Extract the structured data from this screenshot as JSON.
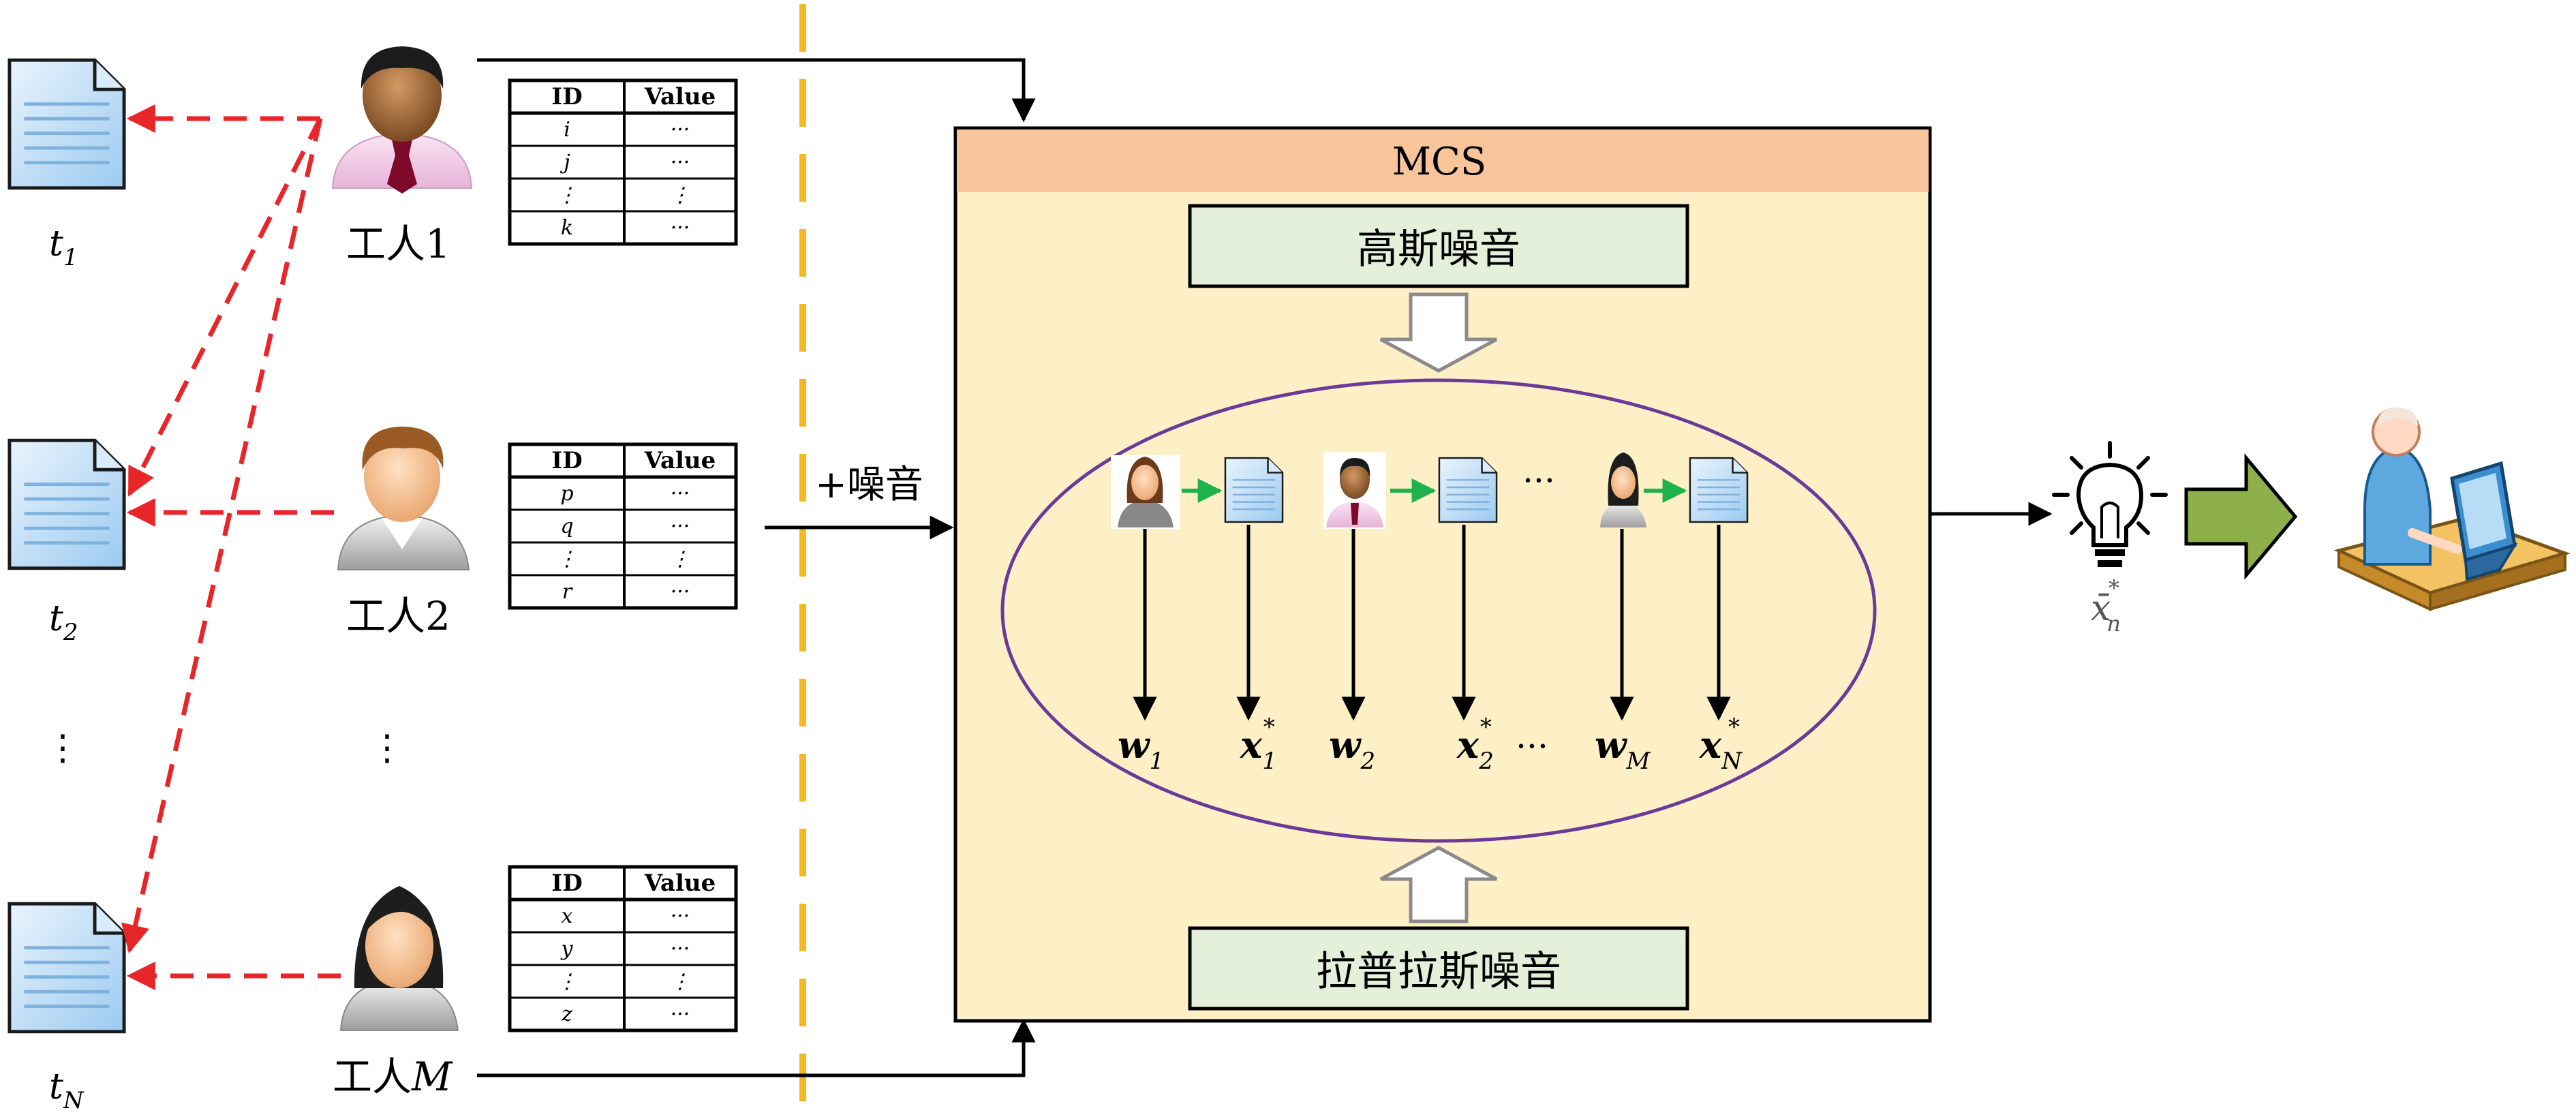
{
  "tasks": [
    {
      "base": "t",
      "sub": "1"
    },
    {
      "base": "t",
      "sub": "2"
    },
    {
      "base": "t",
      "sub": "N"
    }
  ],
  "vertical_ellipsis": "⋮",
  "workers": [
    {
      "prefix": "工人",
      "suffix": "1",
      "icon": "male-worker-dark-hair-icon"
    },
    {
      "prefix": "工人",
      "suffix": "2",
      "icon": "male-worker-light-hair-icon"
    },
    {
      "prefix": "工人",
      "suffix": "M",
      "icon": "female-worker-icon"
    }
  ],
  "tables": [
    {
      "headers": [
        "ID",
        "Value"
      ],
      "rows": [
        [
          "i",
          "···"
        ],
        [
          "j",
          "···"
        ],
        [
          "⋮",
          "⋮"
        ],
        [
          "k",
          "···"
        ]
      ]
    },
    {
      "headers": [
        "ID",
        "Value"
      ],
      "rows": [
        [
          "p",
          "···"
        ],
        [
          "q",
          "···"
        ],
        [
          "⋮",
          "⋮"
        ],
        [
          "r",
          "···"
        ]
      ]
    },
    {
      "headers": [
        "ID",
        "Value"
      ],
      "rows": [
        [
          "x",
          "···"
        ],
        [
          "y",
          "···"
        ],
        [
          "⋮",
          "⋮"
        ],
        [
          "z",
          "···"
        ]
      ]
    }
  ],
  "noise_label": "+噪音",
  "mcs": {
    "title": "MCS",
    "gaussian_label": "高斯噪音",
    "laplace_label": "拉普拉斯噪音",
    "ellipsis": "···",
    "outputs": [
      {
        "base": "w",
        "sub": "1",
        "sup": ""
      },
      {
        "base": "x",
        "sub": "1",
        "sup": "*"
      },
      {
        "base": "w",
        "sub": "2",
        "sup": ""
      },
      {
        "base": "x",
        "sub": "2",
        "sup": "*"
      },
      {
        "base": "w",
        "sub": "M",
        "sup": ""
      },
      {
        "base": "x",
        "sub": "N",
        "sup": "*"
      }
    ],
    "ellipsis_between": "···"
  },
  "result": {
    "base": "x̄",
    "sub": "n",
    "sup": "*"
  },
  "colors": {
    "mcs_fill": "#fdefc6",
    "mcs_header": "#f8c59a",
    "noise_box": "#e5f0da",
    "ellipse_stroke": "#6b3a98",
    "red_dashed": "#e8262a",
    "green_arrow": "#1fb24a",
    "yellow_dashed": "#f5b820",
    "big_green_arrow": "#8db04a"
  }
}
